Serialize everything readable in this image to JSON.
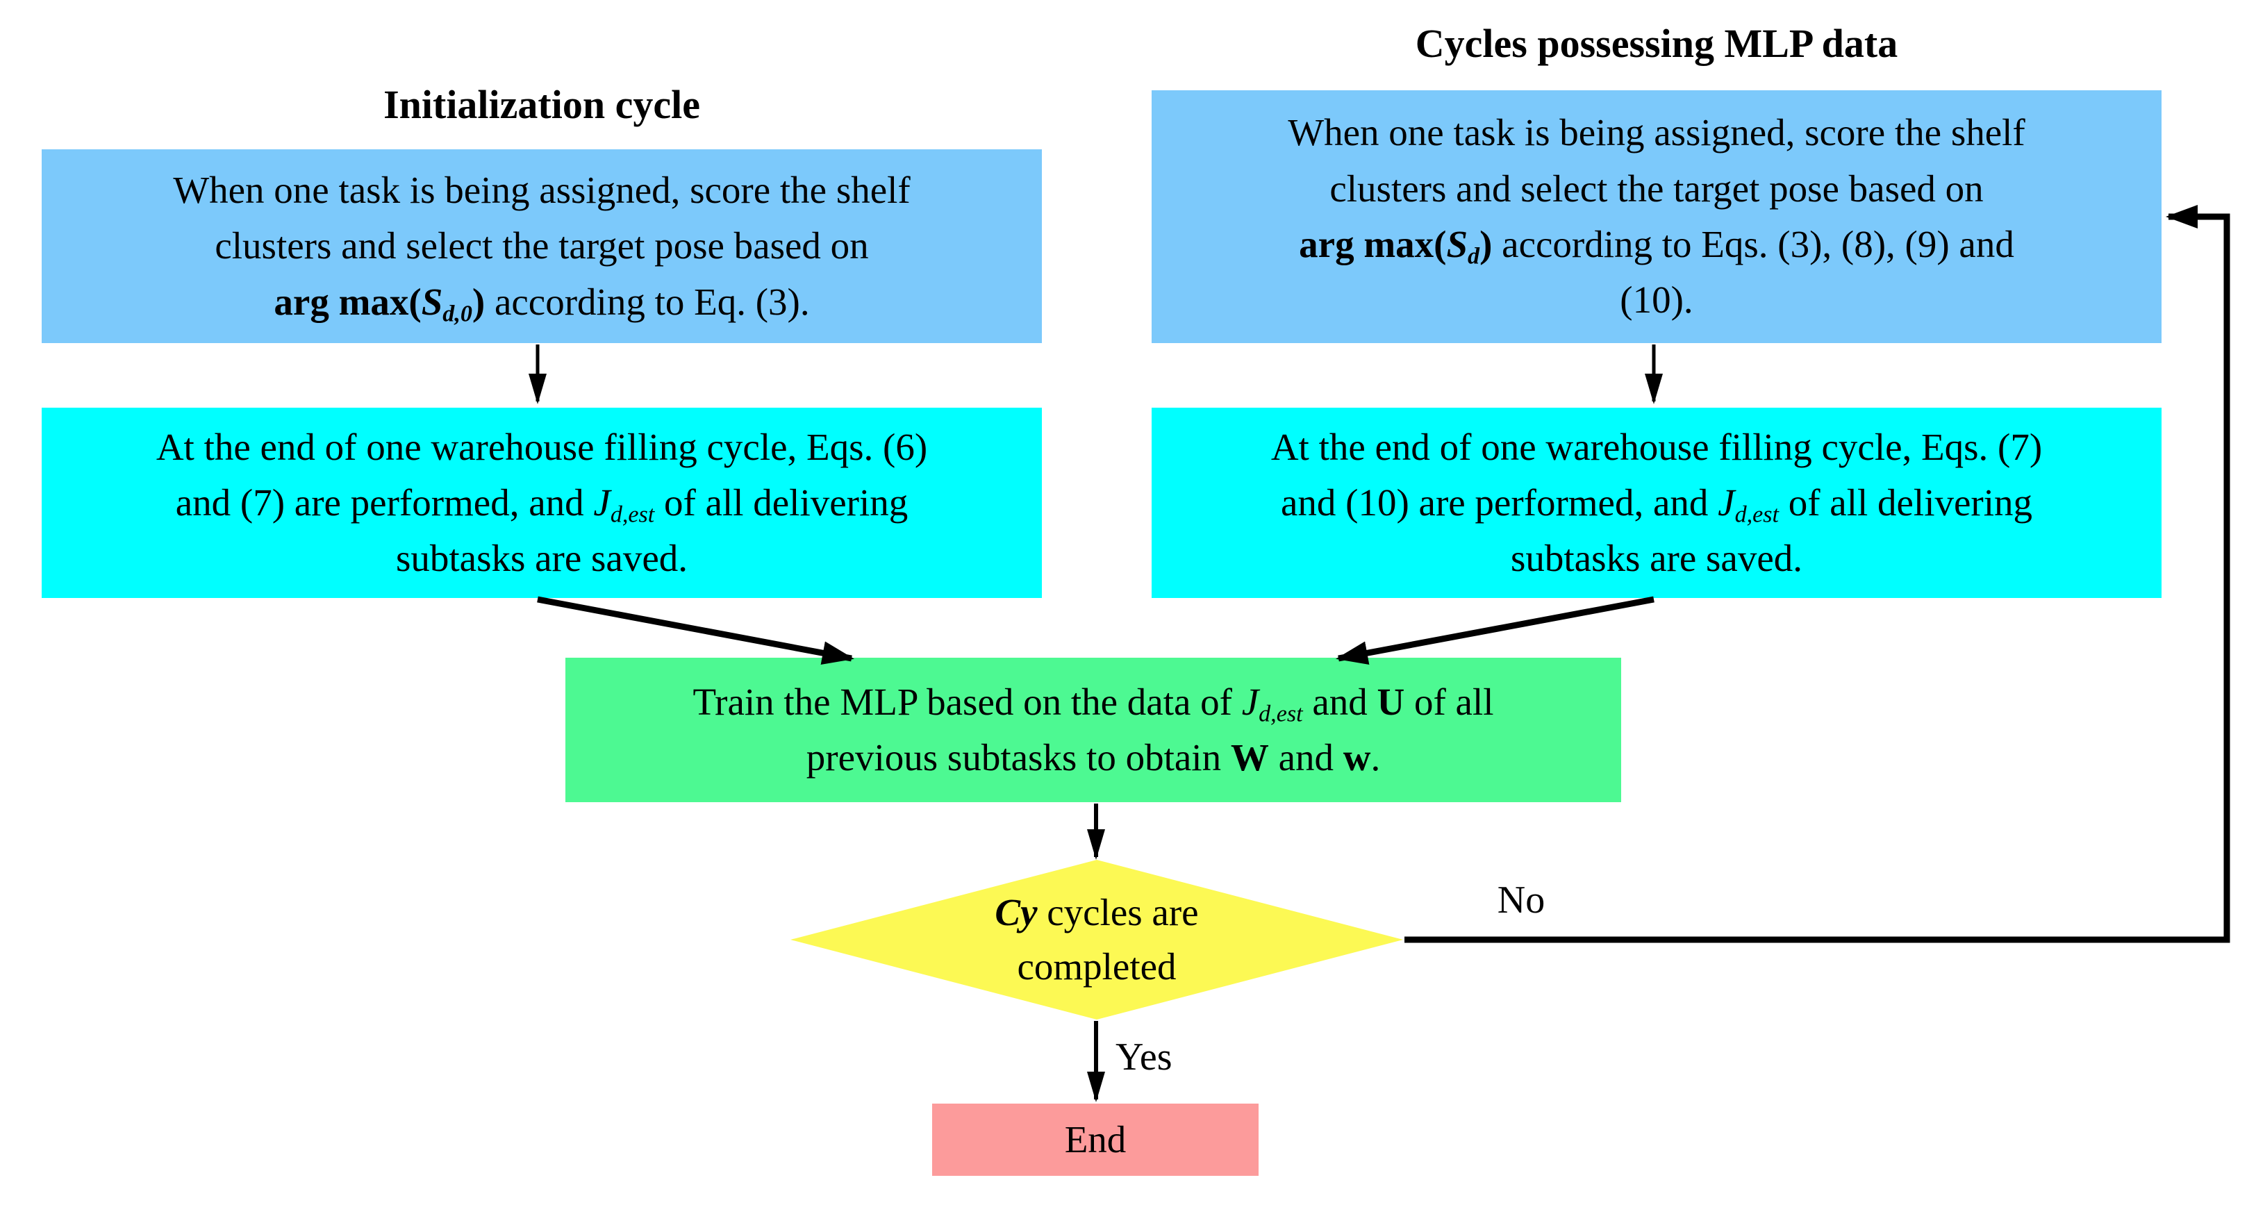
{
  "headers": {
    "left": "Initialization cycle",
    "right": "Cycles possessing MLP data"
  },
  "colors": {
    "blue": "#7CC9FB",
    "cyan": "#00FFFF",
    "green": "#4DF992",
    "yellow": "#FCF954",
    "pink": "#FC9B9B",
    "arrow": "#000000",
    "text": "#000000",
    "background": "#FFFFFF"
  },
  "nodes": {
    "left_blue": {
      "segments": [
        {
          "t": "When one task is being assigned, score the shelf"
        },
        {
          "br": true
        },
        {
          "t": "clusters and select the target pose based on"
        },
        {
          "br": true
        },
        {
          "t": "arg max(",
          "b": true
        },
        {
          "t": "S",
          "b": true,
          "i": true
        },
        {
          "t": "d,0",
          "b": true,
          "i": true,
          "sub": true
        },
        {
          "t": ")",
          "b": true
        },
        {
          "t": " according to Eq. (3)."
        }
      ]
    },
    "right_blue": {
      "segments": [
        {
          "t": "When one task is being assigned, score the shelf"
        },
        {
          "br": true
        },
        {
          "t": "clusters and select the target pose based on"
        },
        {
          "br": true
        },
        {
          "t": "arg max(",
          "b": true
        },
        {
          "t": "S",
          "b": true,
          "i": true
        },
        {
          "t": "d",
          "b": true,
          "i": true,
          "sub": true
        },
        {
          "t": ")",
          "b": true
        },
        {
          "t": " according to Eqs. (3), (8), (9) and"
        },
        {
          "br": true
        },
        {
          "t": "(10)."
        }
      ]
    },
    "left_cyan": {
      "segments": [
        {
          "t": "At the end of one warehouse filling cycle, Eqs. (6)"
        },
        {
          "br": true
        },
        {
          "t": "and (7) are performed, and "
        },
        {
          "t": "J",
          "i": true
        },
        {
          "t": "d,est",
          "i": true,
          "sub": true
        },
        {
          "t": " of all delivering"
        },
        {
          "br": true
        },
        {
          "t": "subtasks are saved."
        }
      ]
    },
    "right_cyan": {
      "segments": [
        {
          "t": "At the end of one warehouse filling cycle, Eqs. (7)"
        },
        {
          "br": true
        },
        {
          "t": "and (10) are performed, and "
        },
        {
          "t": "J",
          "i": true
        },
        {
          "t": "d,est",
          "i": true,
          "sub": true
        },
        {
          "t": " of all delivering"
        },
        {
          "br": true
        },
        {
          "t": "subtasks are saved."
        }
      ]
    },
    "green": {
      "segments": [
        {
          "t": "Train the MLP based on the data of "
        },
        {
          "t": "J",
          "i": true
        },
        {
          "t": "d,est",
          "i": true,
          "sub": true
        },
        {
          "t": " and "
        },
        {
          "t": "U",
          "b": true
        },
        {
          "t": " of all"
        },
        {
          "br": true
        },
        {
          "t": "previous subtasks to obtain "
        },
        {
          "t": "W",
          "b": true
        },
        {
          "t": " and "
        },
        {
          "t": "w",
          "b": true
        },
        {
          "t": "."
        }
      ]
    },
    "diamond": {
      "segments": [
        {
          "t": "Cy",
          "b": true,
          "i": true
        },
        {
          "t": " cycles are"
        },
        {
          "br": true
        },
        {
          "t": "completed"
        }
      ]
    },
    "end": {
      "segments": [
        {
          "t": "End"
        }
      ]
    }
  },
  "edge_labels": {
    "no": "No",
    "yes": "Yes"
  }
}
